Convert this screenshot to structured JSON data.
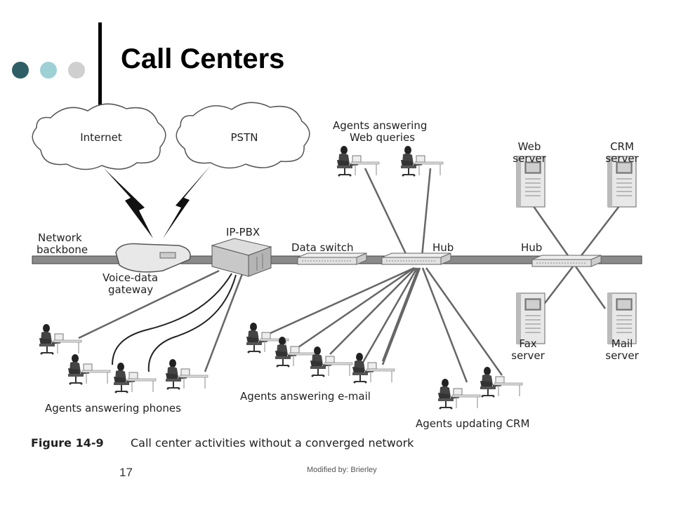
{
  "slide": {
    "title": "Call Centers",
    "page_number": "17",
    "footer": "Modified by: Brierley",
    "bullet_colors": [
      "#2f5f66",
      "#9ed1d6",
      "#cfcfcf"
    ]
  },
  "diagram": {
    "clouds": [
      "Internet",
      "PSTN"
    ],
    "labels": {
      "network_backbone_1": "Network",
      "network_backbone_2": "backbone",
      "voice_gateway_1": "Voice-data",
      "voice_gateway_2": "gateway",
      "ip_pbx": "IP-PBX",
      "data_switch": "Data switch",
      "hub_left": "Hub",
      "hub_right": "Hub",
      "web_agents_1": "Agents answering",
      "web_agents_2": "Web queries",
      "web_server_1": "Web",
      "web_server_2": "server",
      "crm_server_1": "CRM",
      "crm_server_2": "server",
      "fax_server_1": "Fax",
      "fax_server_2": "server",
      "mail_server_1": "Mail",
      "mail_server_2": "server",
      "phone_agents": "Agents answering phones",
      "email_agents": "Agents answering e-mail",
      "crm_agents": "Agents updating CRM"
    },
    "caption_label": "Figure 14-9",
    "caption_text": "Call center activities without a converged network"
  }
}
